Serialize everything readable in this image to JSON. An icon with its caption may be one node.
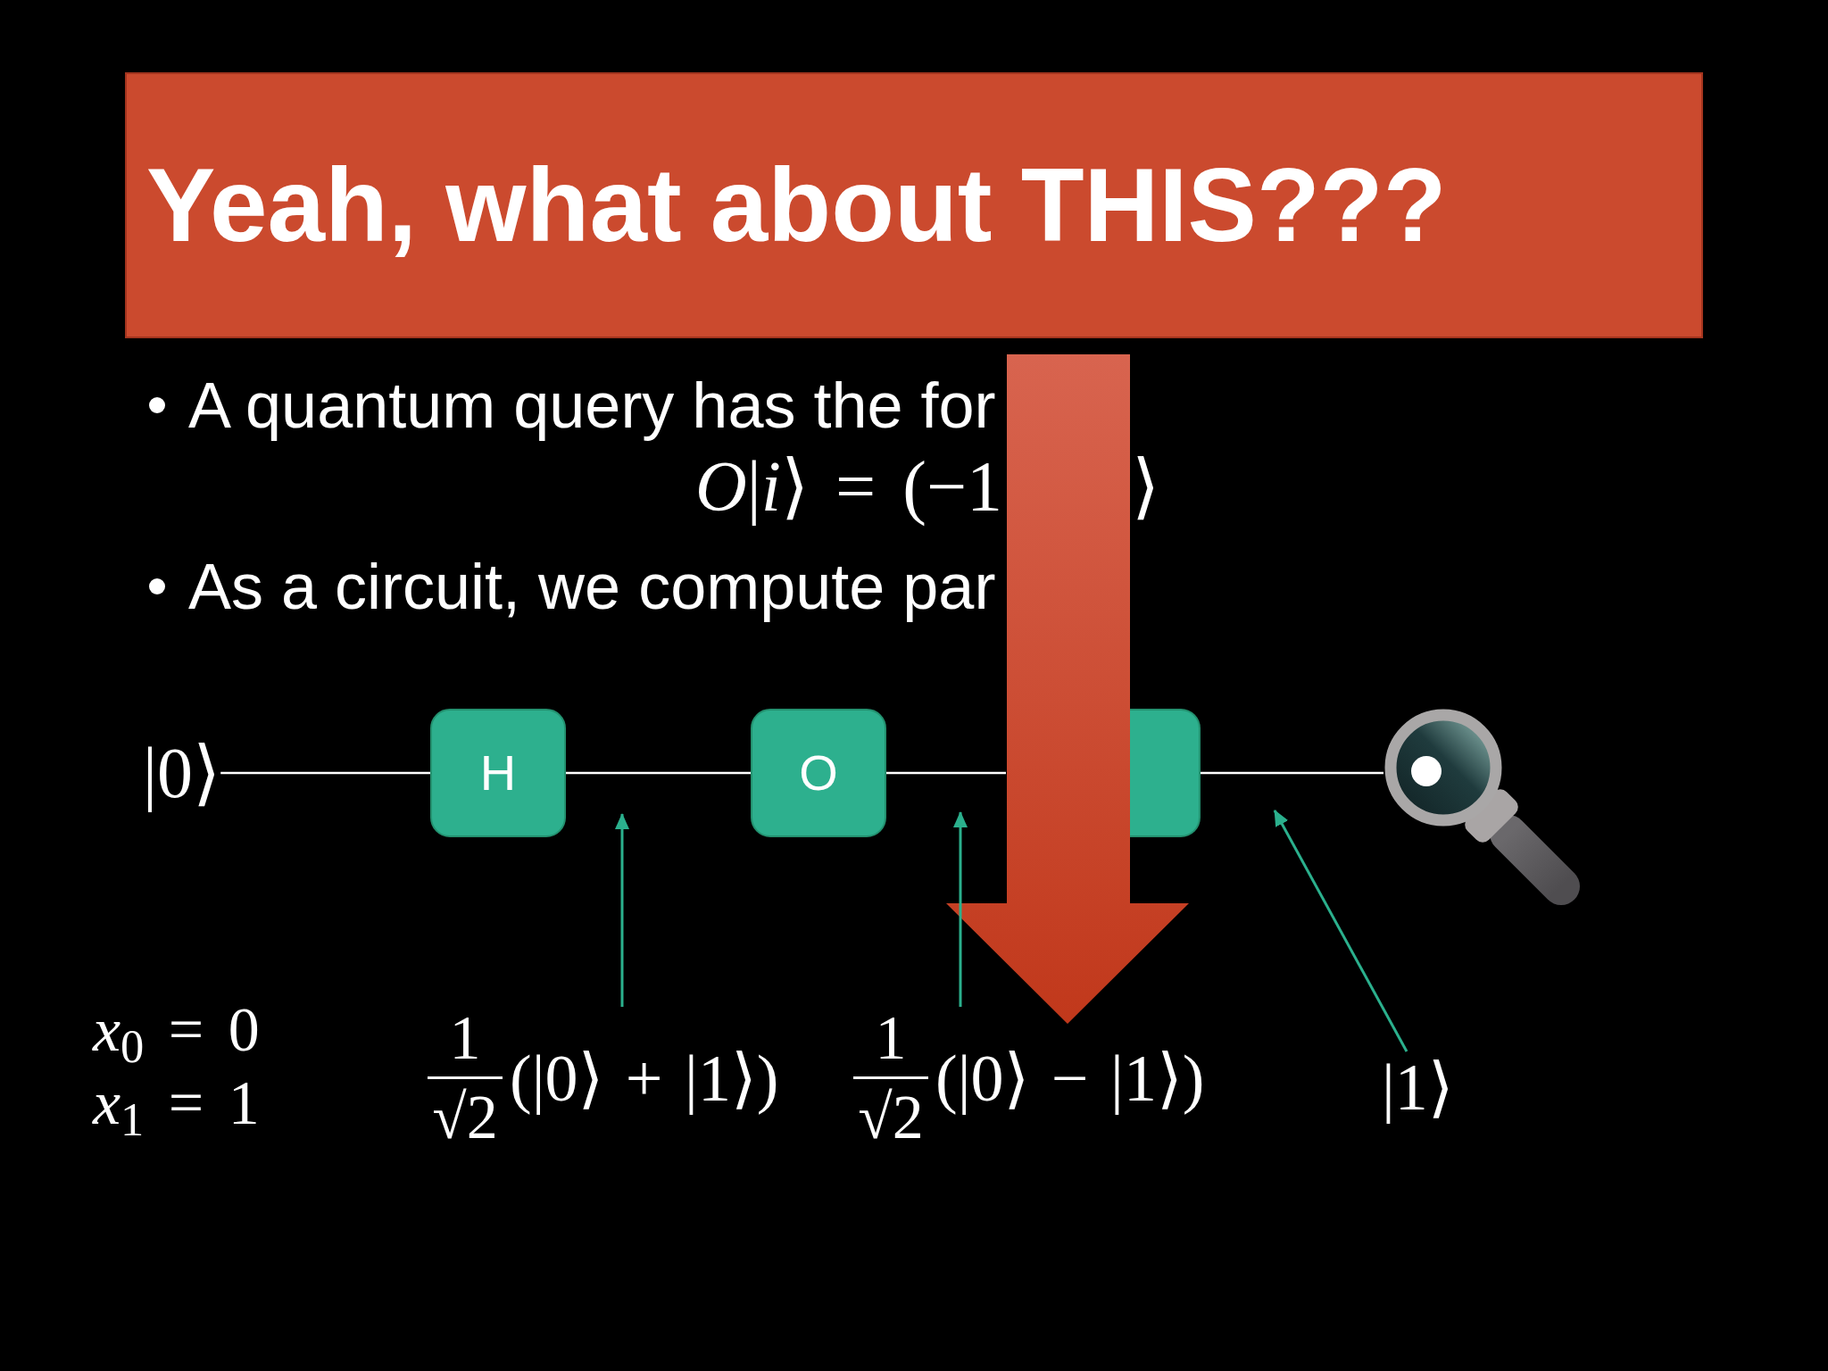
{
  "diagram": {
    "title": "Yeah, what about THIS???",
    "nodes": [
      {
        "text": [
          "|0⟩"
        ]
      },
      {
        "text": [
          "H"
        ]
      },
      {
        "text": [
          "O"
        ]
      },
      {
        "text": [],
        "shape": "box"
      },
      {
        "text": [],
        "shape": "picture"
      },
      {
        "text": [
          "1",
          "√2",
          "(|0⟩ + |1⟩)"
        ]
      },
      {
        "text": [
          "1",
          "√2",
          "(|0⟩ − |1⟩)"
        ]
      },
      {
        "text": [
          "|1⟩"
        ]
      }
    ],
    "edges": [
      {
        "from": 0,
        "to": 1,
        "arrow": "none"
      },
      {
        "from": 1,
        "to": 2,
        "arrow": "none"
      },
      {
        "from": 2,
        "to": null,
        "arrow": "none"
      },
      {
        "from": 3,
        "to": 4,
        "arrow": "none"
      },
      {
        "from": 5,
        "to": null,
        "arrow": "to",
        "color": "#2bb08d"
      },
      {
        "from": 6,
        "to": null,
        "arrow": "to",
        "color": "#2bb08d"
      },
      {
        "from": 7,
        "to": null,
        "arrow": "to",
        "color": "#2bb08d"
      }
    ],
    "labels": [
      "A quantum query has the for",
      "*O*|*i*⟩ = (−1",
      "⟩",
      "As a circuit, we compute par",
      "*x*$_{0}$ = 0",
      "*x*$_{1}$ = 1"
    ]
  }
}
